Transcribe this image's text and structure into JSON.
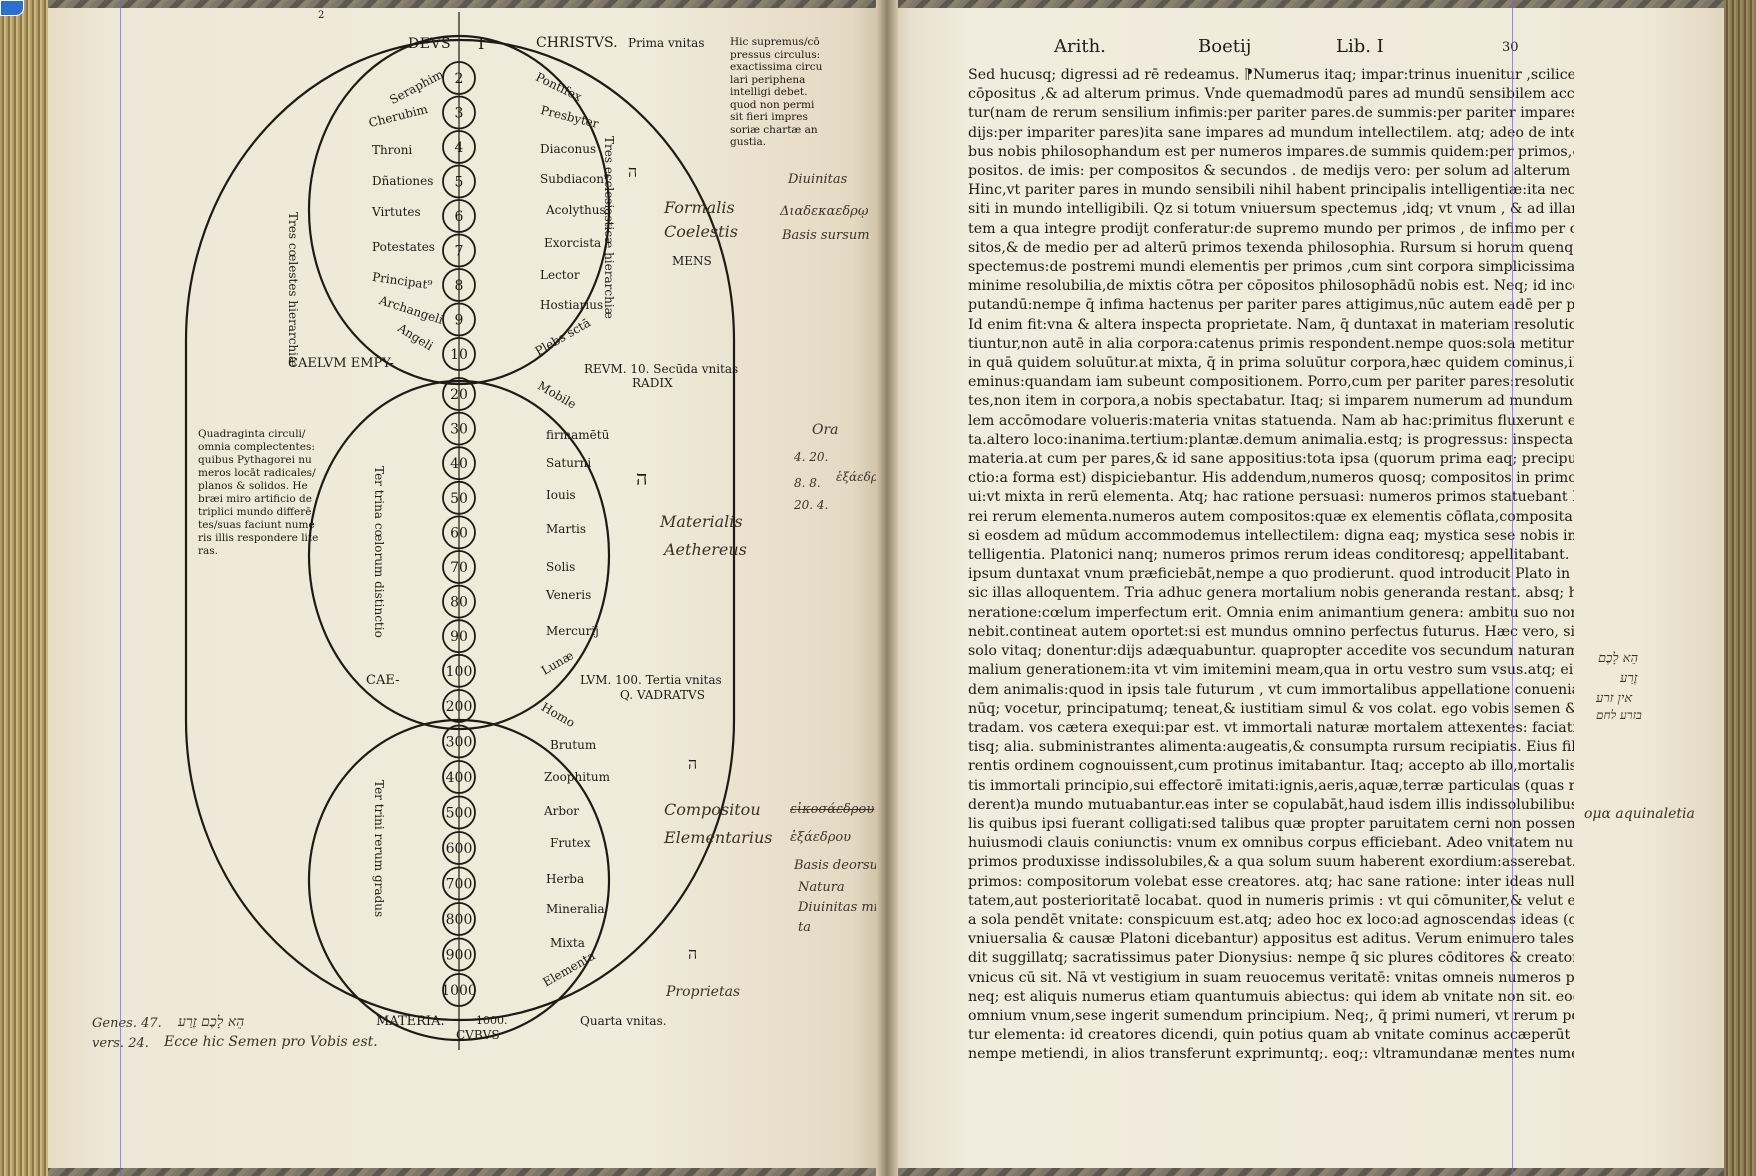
{
  "left_page": {
    "header": {
      "deus": "DEVS",
      "one": "I",
      "christus": "CHRISTVS.",
      "prima_unitas": "Prima vnitas"
    },
    "top_note": "Hic supremus/cō pressus circulus: exactissima circu lari periphena intelligi debet. quod non permi sit fieri impres soriæ chartæ an gustia.",
    "side_note": "Quadraginta circuli/ omnia complectentes: quibus Pythagorei nu meros locāt radicales/ planos & solidos. He bræi miro artificio de triplici mundo differē tes/suas faciunt nume ris illis respondere lite ras.",
    "hierarchies": {
      "celestial": "Tres cœlestes hierarchiæ",
      "ecclesiastical": "Tres ecclesiasticæ hierarchiæ",
      "heavens": "Ter trina cœlorum distinctio",
      "things": "Ter trini rerum gradus"
    },
    "angels": [
      "Seraphim",
      "Cherubim",
      "Throni",
      "Dñationes",
      "Virtutes",
      "Potestates",
      "Principat⁹",
      "Archangeli",
      "Angeli"
    ],
    "orders": [
      "Pontifex",
      "Presbyter",
      "Diaconus",
      "Subdiacon⁹",
      "Acolythus",
      "Exorcista",
      "Lector",
      "Hostiarius",
      "Plebs sctā"
    ],
    "spheres": [
      "Mobile",
      "firmamētū",
      "Saturni",
      "Iouis",
      "Martis",
      "Solis",
      "Veneris",
      "Mercurij",
      "Lunæ"
    ],
    "things": [
      "Homo",
      "Brutum",
      "Zoophitum",
      "Arbor",
      "Frutex",
      "Herba",
      "Mineralia",
      "Mixta",
      "Elementa"
    ],
    "numbers_top": [
      "2",
      "3",
      "4",
      "5",
      "6",
      "7",
      "8",
      "9",
      "10"
    ],
    "numbers_mid": [
      "20",
      "30",
      "40",
      "50",
      "60",
      "70",
      "80",
      "90",
      "100"
    ],
    "numbers_bot": [
      "200",
      "300",
      "400",
      "500",
      "600",
      "700",
      "800",
      "900",
      "1000"
    ],
    "labels": {
      "caelum_empyreum": "CAELVM EMPY-",
      "reum": "REVM. 10. Secūda vnitas",
      "radix": "RADIX",
      "mens": "MENS",
      "cae": "CAE-",
      "lum": "LVM. 100. Tertia vnitas",
      "quadratus": "Q. VADRATVS",
      "materia": "MATERIA.",
      "num1000": "1000.",
      "cubus": "CVBVS",
      "quarta": "Quarta vnitas."
    },
    "hebrew_letters": [
      "ה",
      "ה",
      "ה",
      "ה"
    ],
    "marginalia": {
      "formalis": "Formalis",
      "coelestis": "Coelestis",
      "divinitas": "Diuinitas",
      "greek1": "Διαδεκαεδρῳ",
      "basis_sursum": "Basis sursum",
      "ora": "Ora",
      "ref_a": "4. 20.",
      "ref_b": "8. 8.",
      "ref_c": "20. 4.",
      "greek2": "ἑξάεδρον",
      "materialis": "Materialis",
      "aethereus": "Aethereus",
      "compositus": "Compositou",
      "elementaris": "Elementarius",
      "cross": "εἰκοσάεδρου",
      "greek3": "ἑξάεδρου",
      "basis_deorsum": "Basis deorsum",
      "natura": "Natura",
      "divinitas2": "Diuinitas mix-",
      "ta": "ta",
      "proprietas": "Proprietas",
      "gen": "Genes. 47.",
      "vers": "vers. 24.",
      "hebrew_line": "הֵא לָכֶם זֶרַע",
      "ecce": "Ecce hic Semen pro Vobis est."
    },
    "page_number_top": "2"
  },
  "right_page": {
    "running_head": {
      "left": "Arith.",
      "center": "Boetij",
      "right": "Lib. I",
      "folio": "30"
    },
    "lines": [
      "Sed hucusq; digressi ad rē redeamus. ⁋Numerus itaq; impar:trinus inuenitur ,scilicet primus,",
      "cōpositus ,& ad alterum primus. Vnde quemadmodū pares ad mundū sensibilem accōmodan",
      "tur(nam de rerum sensilium infimis:per pariter pares.de summis:per pariter impares.de me-",
      "dijs:per impariter pares)ita sane impares ad mundum intellectilem. atq; adeo de intellectili:",
      "bus nobis philosophandum est per numeros impares.de summis quidem:per primos,& incō",
      "positos. de imis: per compositos & secundos . de medijs vero: per solum ad alterum primos.",
      "Hinc,vt pariter pares in mundo sensibili nihil habent principalis intelligentiæ:ita nec compos",
      "siti in mundo intelligibili. Qz si totum vniuersum spectemus ,idq; vt vnum , & ad illam vnita-",
      "tem a qua integre prodijt conferatur:de supremo mundo per primos , de infimo per compo-",
      "sitos,& de medio per ad alterū primos texenda philosophia. Rursum si horum quenq; seorsim",
      "spectemus:de postremi mundi elementis per primos ,cum sint corpora simplicissima & in alia",
      "minime resolubilia,de mixtis cōtra per cōpositos philosophādū nobis est. Neq; id incōueniens",
      "putandū:nempe q̄ infima hactenus per pariter pares attigimus,nūc autem eadē per primos.",
      "Id enim fit:vna & altera inspecta proprietate. Nam, q̄ duntaxat in materiam resolutionem pa",
      "tiuntur,non autē in alia corpora:catenus primis respondent.nempe quos:sola metitur vnitas,",
      "in quā quidem soluūtur.at mixta, q̄ in prima soluūtur corpora,hæc quidem cominus,illa vero",
      "eminus:quandam iam subeunt compositionem. Porro,cum per pariter pares:resolutio in par-",
      "tes,non item in corpora,a nobis spectabatur. Itaq; si imparem numerum ad mundum sensibi-",
      "lem accōmodare volueris:materia vnitas statuenda. Nam ab hac:primitus fluxerunt elemen-",
      "ta.altero loco:inanima.tertium:plantæ.demum animalia.estq; is progressus: inspecta sensilium",
      "materia.at cum per pares,& id sane appositius:tota ipsa (quorum prima eaq; precipua perfe-",
      "ctio:a forma est) dispiciebantur. His addendum,numeros quosq; compositos in primos resol-",
      "ui:vt mixta in rerū elementa. Atq; hac ratione persuasi: numeros primos statuebant Pythago-",
      "rei rerum elementa.numeros autem compositos:quæ ex elementis cōflata,composita q; . ⁋Ac",
      "si eosdem ad mūdum accommodemus intellectilem: digna eaq; mystica sese nobis ingeret in-",
      "telligentia. Platonici nanq; numeros primos rerum ideas conditoresq; appellitabant. quibus:",
      "ipsum duntaxat vnum præficiebāt,nempe a quo prodierunt. quod introducit Plato in Timæo:",
      "sic illas alloquentem. Tria adhuc genera mortalium nobis generanda restant. absq; horum ge-",
      "neratione:cœlum imperfectum erit. Omnia enim animantium genera: ambitu suo non conti-",
      "nebit.contineat autem oportet:si est mundus omnino perfectus futurus. Hæc vero, si a me fiāt",
      "solo vitaq; donentur:dijs adæquabuntur. quapropter accedite vos secundum naturam,ad ani-",
      "malium generationem:ita vt vim imitemini meam,qua in ortu vestro sum vsus.atq; eius qui-",
      "dem animalis:quod in ipsis tale futurum , vt cum immortalibus appellatione conueniat, diui-",
      "nūq; vocetur, principatumq; teneat,& iustitiam simul & vos colat. ego vobis semen & initium",
      "tradam. vos cætera exequi:par est. vt immortali naturæ mortalem attexentes: faciatis generes",
      "tisq; alia. subministrantes alimenta:augeatis,& consumpta rursum recipiatis. Eius filij:cum pa",
      "rentis ordinem cognouissent,cum protinus imitabantur. Itaq; accepto ab illo,mortalis animā-",
      "tis immortali principio,sui effectorē imitati:ignis,aeris,aquæ,terræ particulas (quas rursus red",
      "derent)a mundo mutuabantur.eas inter se copulabāt,haud isdem illis indissolubilibus vincu-",
      "lis quibus ipsi fuerant colligati:sed talibus quæ propter paruitatem cerni non possent, crebrisq;",
      "huiusmodi clauis coniunctis: vnum ex omnibus corpus efficiebant. Adeo vnitatem numeros",
      "primos produxisse indissolubiles,& a qua solum suum haberent exordium:asserebat. eosdemq;",
      "primos: compositorum volebat esse creatores. atq; hac sane ratione: inter ideas nullam priori-",
      "tatem,aut posterioritatē locabat. quod in numeris primis : vt qui cōmuniter,& velut ex æquo",
      "a sola pendēt vnitate: conspicuum est.atq; adeo hoc ex loco:ad agnoscendas ideas (quæ rerū",
      "vniuersalia & causæ Platoni dicebantur) appositus est aditus. Verum enimuero tales reprehen",
      "dit suggillatq; sacratissimus pater Dionysius: nempe q̄ sic plures cōditores & creatores afferat,",
      "vnicus cū sit. Nā vt vestigium in suam reuocemus veritatē: vnitas omneis numeros producit,",
      "neq; est aliquis numerus etiam quantumuis abiectus: qui idem ab vnitate non sit. eoq;: rerum",
      "omnium vnum,sese ingerit sumendum principium. Neq;, q̄ primi numeri, vt rerum ponun-",
      "tur elementa: id creatores dicendi, quin potius quam ab vnitate cominus accæperūt virtutem",
      "nempe metiendi, in alios transferunt exprimuntq;. eoq;: vltramundanæ mentes numeris pri-"
    ],
    "marginalia": {
      "hebrew1": "הֵא לָכֶם",
      "hebrew2": "זֶרַע",
      "hebrew3": "אין זרע",
      "hebrew4": "בזרע לחם",
      "note": "ομα aquinaletia"
    }
  },
  "colors": {
    "ink": "#1f1a14",
    "paper": "#f0e9da",
    "guide": "#6a5cff",
    "hand": "#3b3226"
  }
}
